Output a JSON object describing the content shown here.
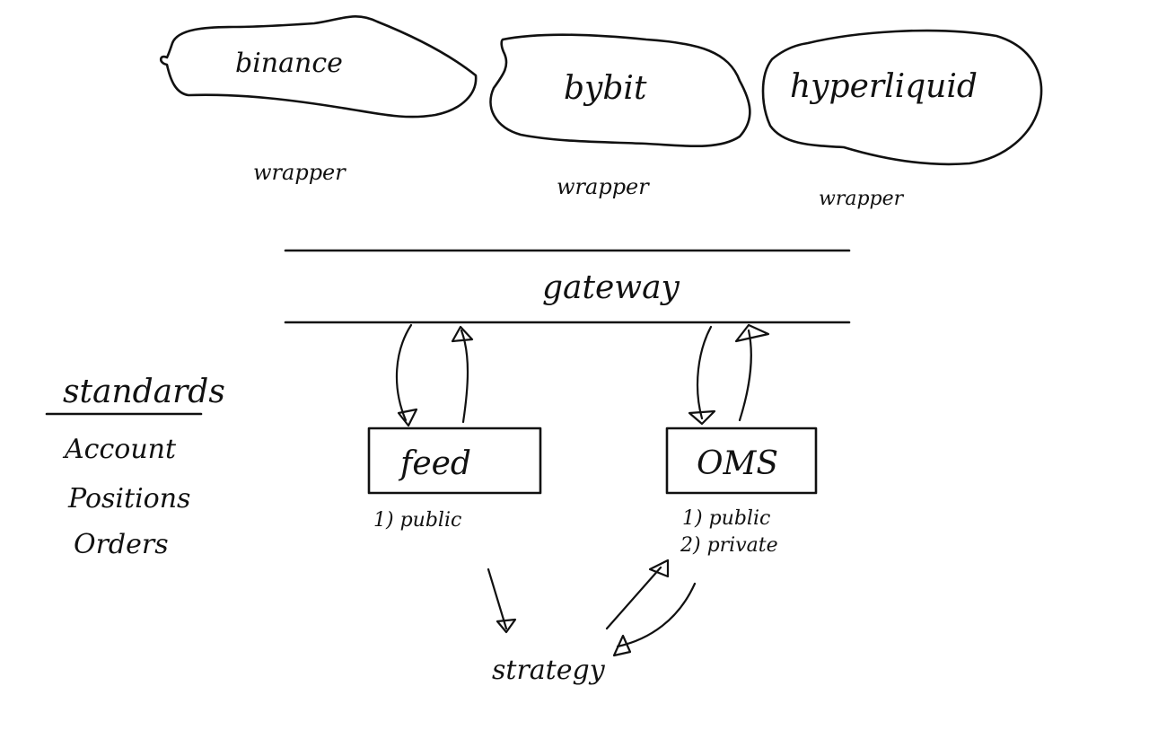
{
  "exchanges": [
    {
      "name": "binance",
      "wrapper": "wrapper"
    },
    {
      "name": "bybit",
      "wrapper": "wrapper"
    },
    {
      "name": "hyperliquid",
      "wrapper": "wrapper"
    }
  ],
  "gateway": "gateway",
  "feed": {
    "label": "feed",
    "notes": [
      "1) public"
    ]
  },
  "oms": {
    "label": "OMS",
    "notes": [
      "1) public",
      "2) private"
    ]
  },
  "strategy": "strategy",
  "standards": {
    "title": "standards",
    "items": [
      "Account",
      "Positions",
      "Orders"
    ]
  },
  "colors": {
    "ink": "#111111",
    "background": "#ffffff"
  }
}
